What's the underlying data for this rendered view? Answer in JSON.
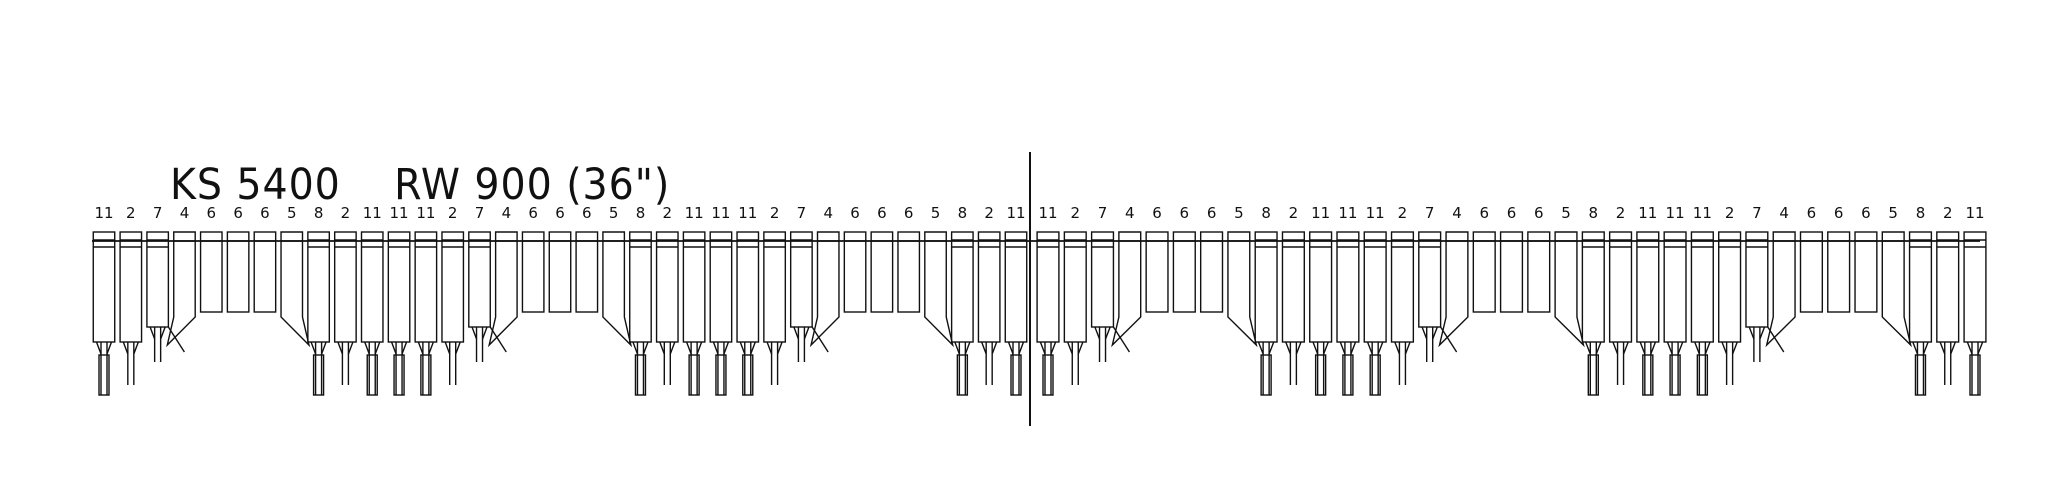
{
  "title": {
    "model": "KS 5400",
    "spec": "RW 900 (36\")"
  },
  "groups": [
    [
      "11",
      "2",
      "7",
      "4",
      "6",
      "6",
      "6",
      "5",
      "8",
      "2",
      "11",
      "11",
      "11",
      "2",
      "7",
      "4",
      "6",
      "6",
      "6",
      "5",
      "8",
      "2",
      "11",
      "11",
      "11",
      "2",
      "7",
      "4",
      "6",
      "6",
      "6",
      "5",
      "8",
      "2",
      "11"
    ],
    [
      "11",
      "2",
      "7",
      "4",
      "6",
      "6",
      "6",
      "5",
      "8",
      "2",
      "11",
      "11",
      "11",
      "2",
      "7",
      "4",
      "6",
      "6",
      "6",
      "5",
      "8",
      "2",
      "11",
      "11",
      "11",
      "2",
      "7",
      "4",
      "6",
      "6",
      "6",
      "5",
      "8",
      "2",
      "11"
    ]
  ],
  "colors": {
    "ink": "#111111",
    "paper": "#ffffff"
  }
}
